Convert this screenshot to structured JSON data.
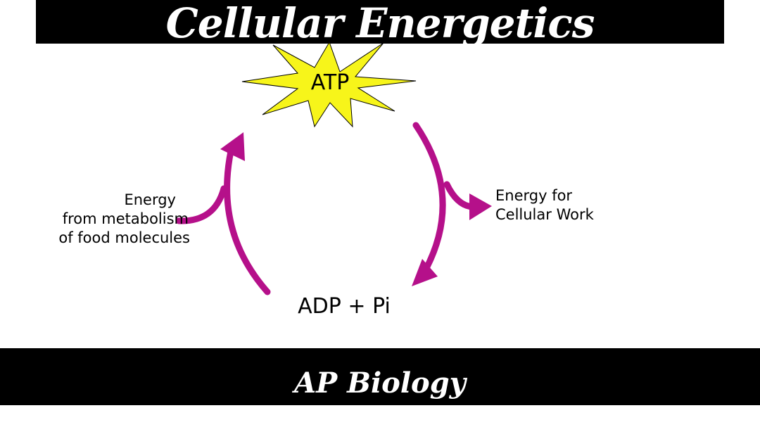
{
  "header": {
    "title": "Cellular Energetics"
  },
  "footer": {
    "text": "AP Biology"
  },
  "diagram": {
    "atp_label": "ATP",
    "adp_label": "ADP + Pi",
    "energy_input": {
      "line1": "Energy",
      "line2": "from metabolism",
      "line3": "of food molecules"
    },
    "energy_output": {
      "line1": "Energy for",
      "line2": "Cellular Work"
    },
    "colors": {
      "arrow": "#b5108a",
      "star_fill": "#f7f51a",
      "star_stroke": "#000000",
      "bar": "#000000"
    }
  }
}
